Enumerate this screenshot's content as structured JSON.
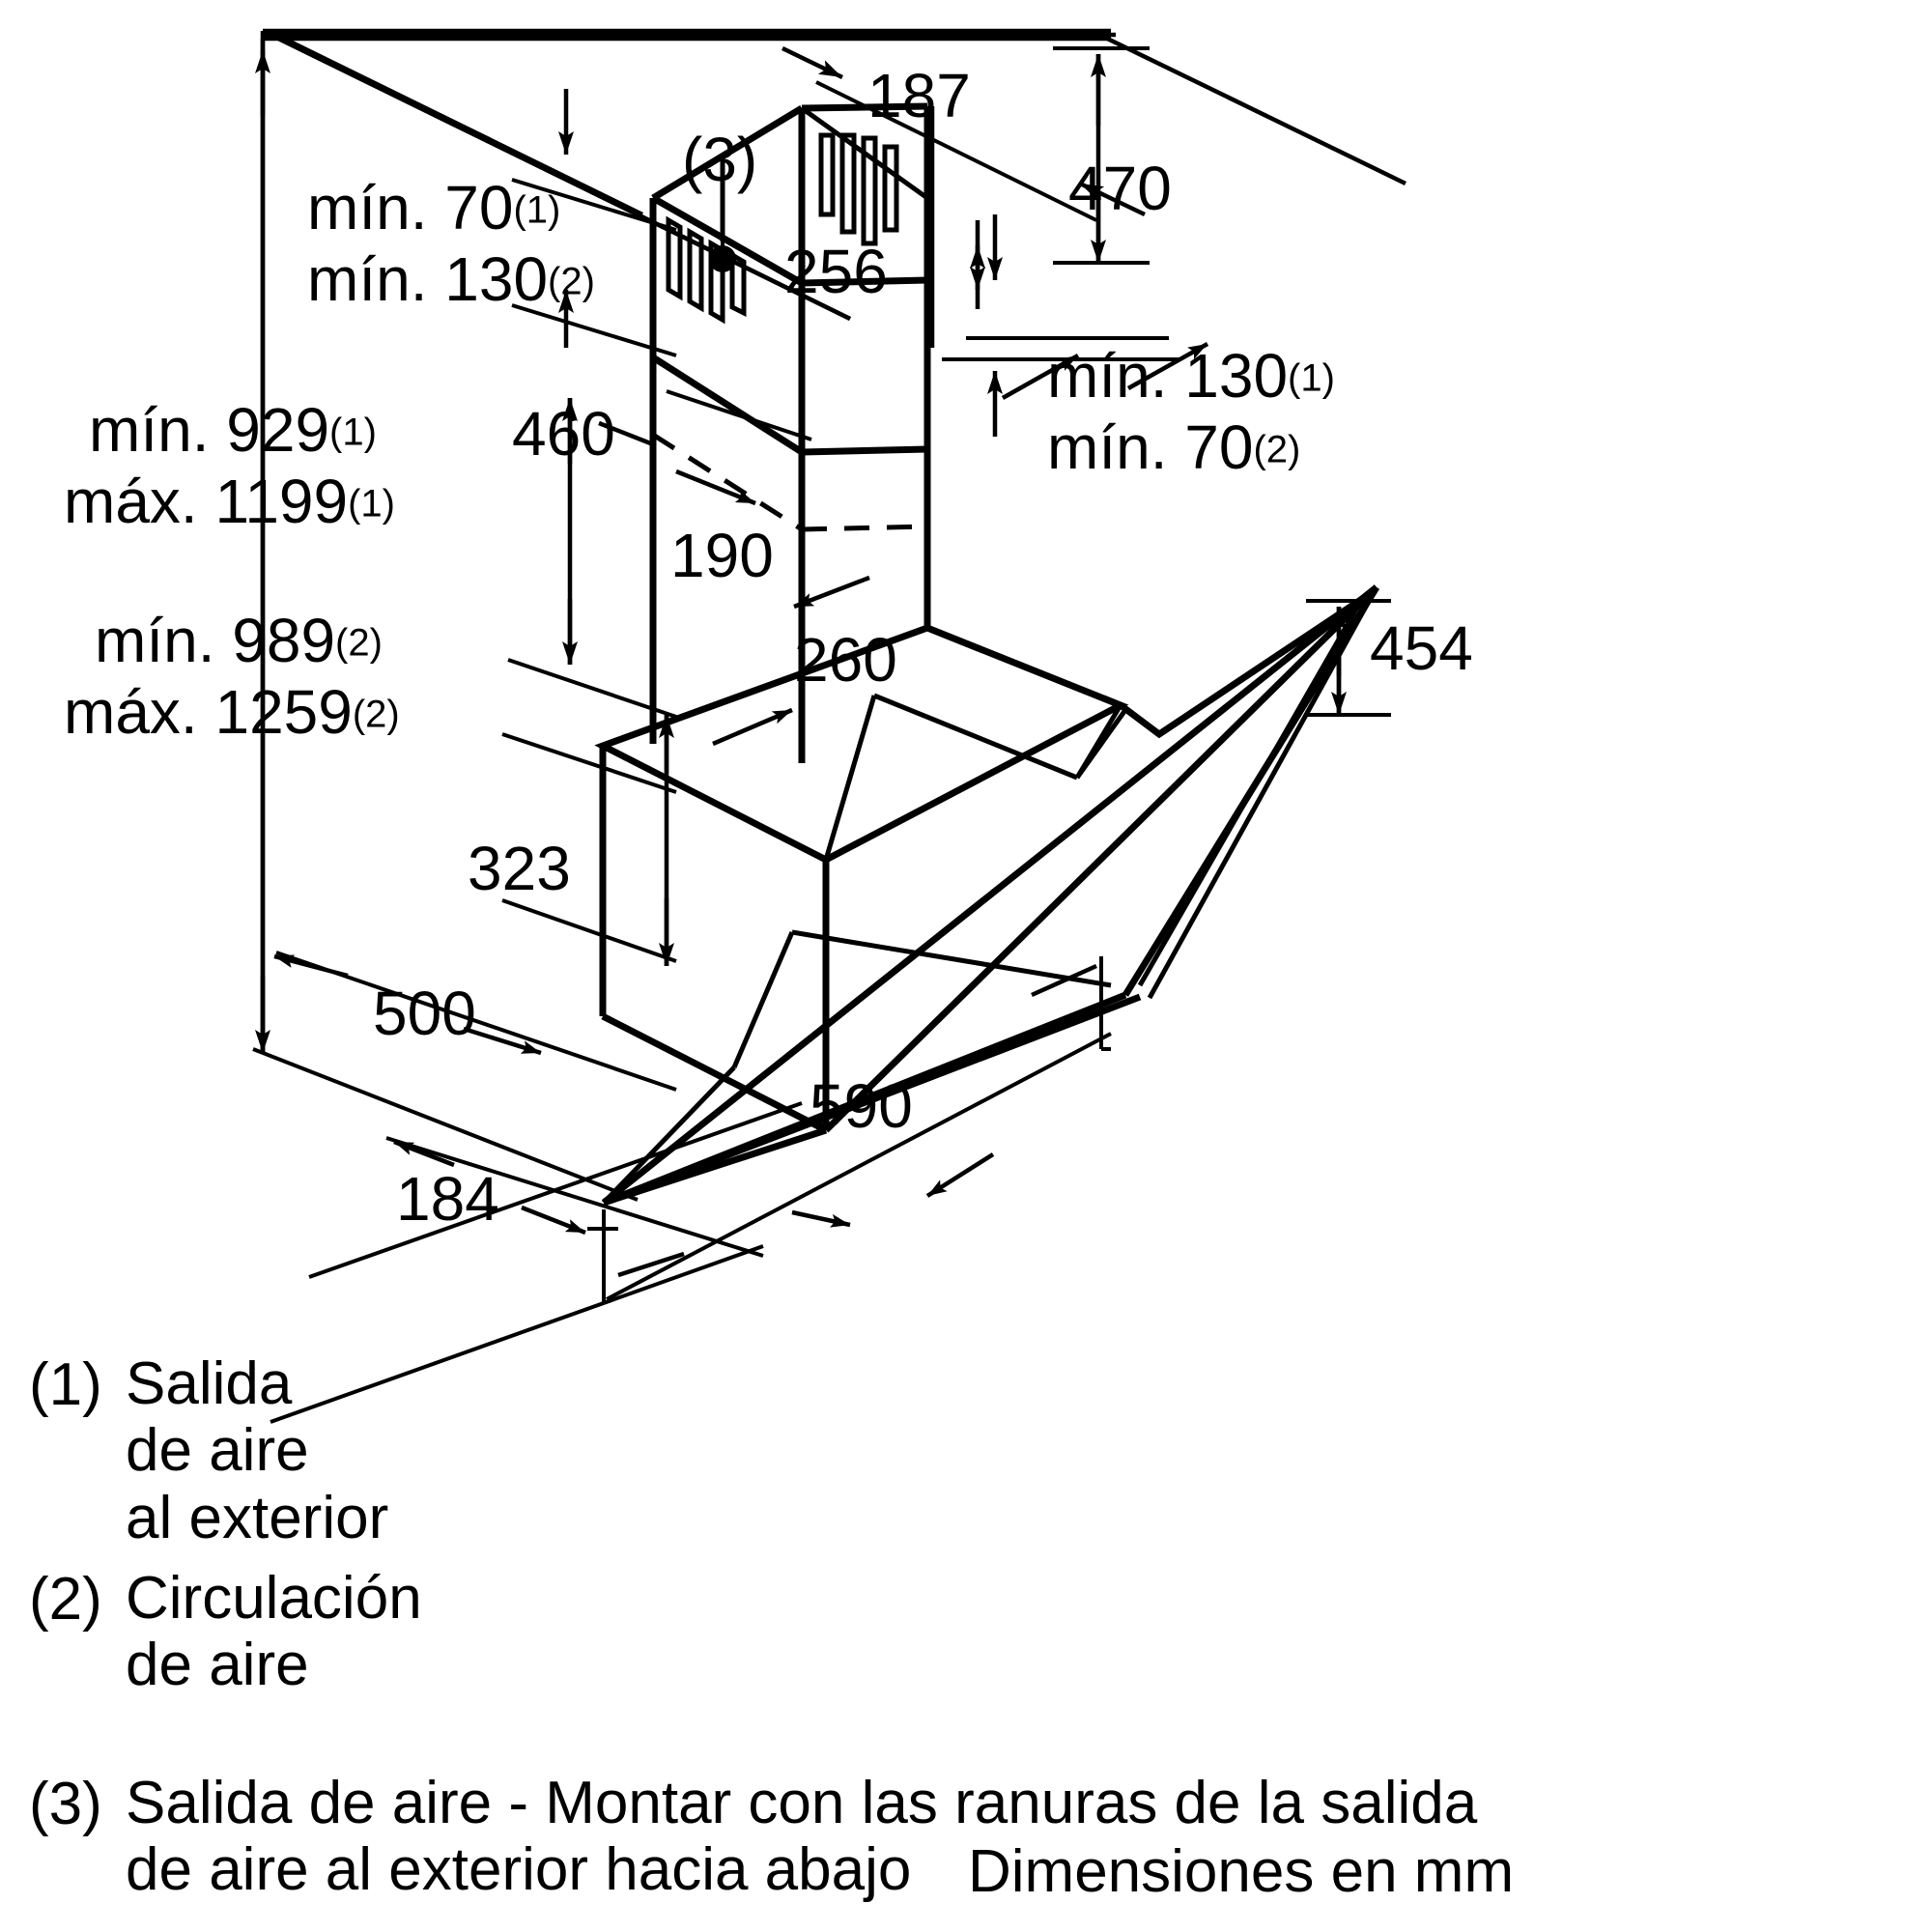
{
  "drawing": {
    "title": "Cooker hood installation dimension drawing",
    "units_note": "Dimensiones en mm",
    "line_color": "#000000",
    "background_color": "#ffffff"
  },
  "dimensions": {
    "min70_1": "mín. 70",
    "min70_1_sup": "(1)",
    "min130_2": "mín. 130",
    "min130_2_sup": "(2)",
    "min929_1": "mín. 929",
    "min929_1_sup": "(1)",
    "max1199_1": "máx. 1199",
    "max1199_1_sup": "(1)",
    "min989_2": "mín. 989",
    "min989_2_sup": "(2)",
    "max1259_2": "máx. 1259",
    "max1259_2_sup": "(2)",
    "min130_1_right": "mín. 130",
    "min130_1_right_sup": "(1)",
    "min70_2_right": "mín. 70",
    "min70_2_right_sup": "(2)",
    "d187": "187",
    "d470": "470",
    "d256": "256",
    "d460": "460",
    "d190": "190",
    "d260": "260",
    "d454": "454",
    "d323": "323",
    "d500": "500",
    "d590": "590",
    "d184": "184",
    "callout3": "(3)"
  },
  "footnotes": [
    {
      "marker": "(1)",
      "lines": [
        "Salida",
        "de aire",
        "al exterior"
      ]
    },
    {
      "marker": "(2)",
      "lines": [
        "Circulación",
        "de aire"
      ]
    },
    {
      "marker": "(3)",
      "lines": [
        "Salida de aire - Montar con las ranuras de la salida",
        "de aire al exterior hacia abajo"
      ]
    }
  ],
  "units_label": "Dimensiones en mm"
}
